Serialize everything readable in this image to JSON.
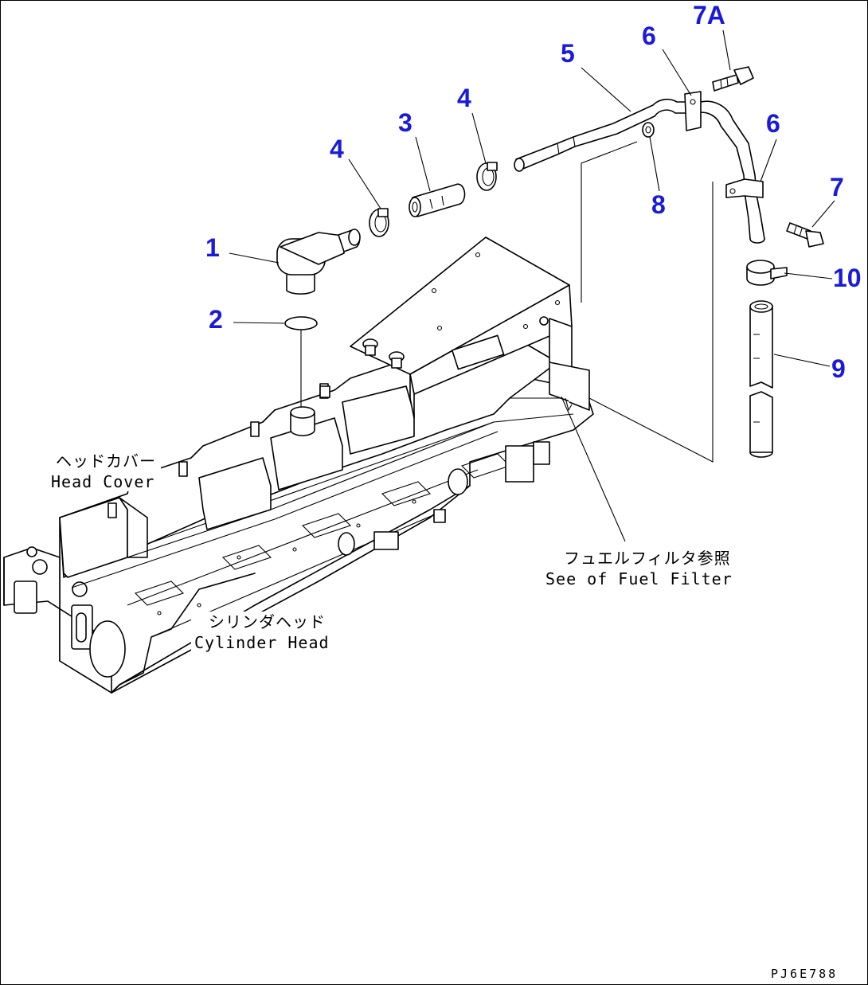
{
  "callouts": {
    "c1": "1",
    "c2": "2",
    "c3": "3",
    "c4a": "4",
    "c4b": "4",
    "c5": "5",
    "c6a": "6",
    "c6b": "6",
    "c7": "7",
    "c7a": "7A",
    "c8": "8",
    "c9": "9",
    "c10": "10"
  },
  "labels": {
    "head_cover_jp": "ヘッドカバー",
    "head_cover_en": "Head Cover",
    "cylinder_head_jp": "シリンダヘッド",
    "cylinder_head_en": "Cylinder Head",
    "fuel_filter_jp": "フュエルフィルタ参照",
    "fuel_filter_en": "See of Fuel Filter"
  },
  "drawing_code": "PJ6E788",
  "colors": {
    "callout": "#1a1adc",
    "line": "#000000"
  }
}
